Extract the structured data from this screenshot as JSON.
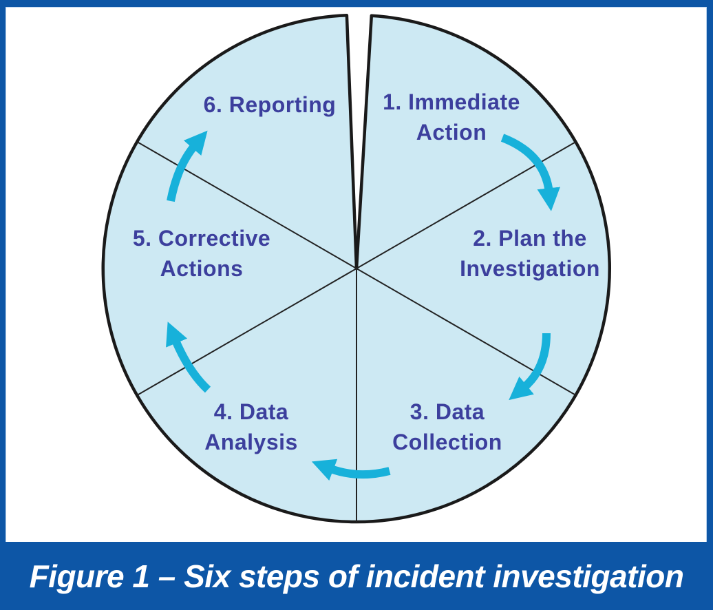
{
  "figure": {
    "caption": "Figure 1 – Six steps of incident investigation"
  },
  "diagram": {
    "type": "cycle",
    "description": "Circle divided into six sectors with a thin notch at top, cyan arrows showing clockwise flow between steps",
    "steps": [
      {
        "id": 1,
        "line1": "1. Immediate",
        "line2": "Action"
      },
      {
        "id": 2,
        "line1": "2. Plan the",
        "line2": "Investigation"
      },
      {
        "id": 3,
        "line1": "3. Data",
        "line2": "Collection"
      },
      {
        "id": 4,
        "line1": "4. Data",
        "line2": "Analysis"
      },
      {
        "id": 5,
        "line1": "5. Corrective",
        "line2": "Actions"
      },
      {
        "id": 6,
        "line1": "6. Reporting",
        "line2": ""
      }
    ],
    "arrows": [
      "arrow-1-to-2",
      "arrow-2-to-3",
      "arrow-3-to-4",
      "arrow-4-to-5",
      "arrow-5-to-6"
    ],
    "colors": {
      "frame_blue": "#0d56a6",
      "inner_hairline": "#bcd4ee",
      "circle_fill": "#cde9f3",
      "outline_black": "#1a1a1a",
      "label_blue": "#3c3f9d",
      "arrow_cyan": "#17b1da",
      "caption_text": "#ffffff",
      "canvas_white": "#ffffff"
    }
  }
}
